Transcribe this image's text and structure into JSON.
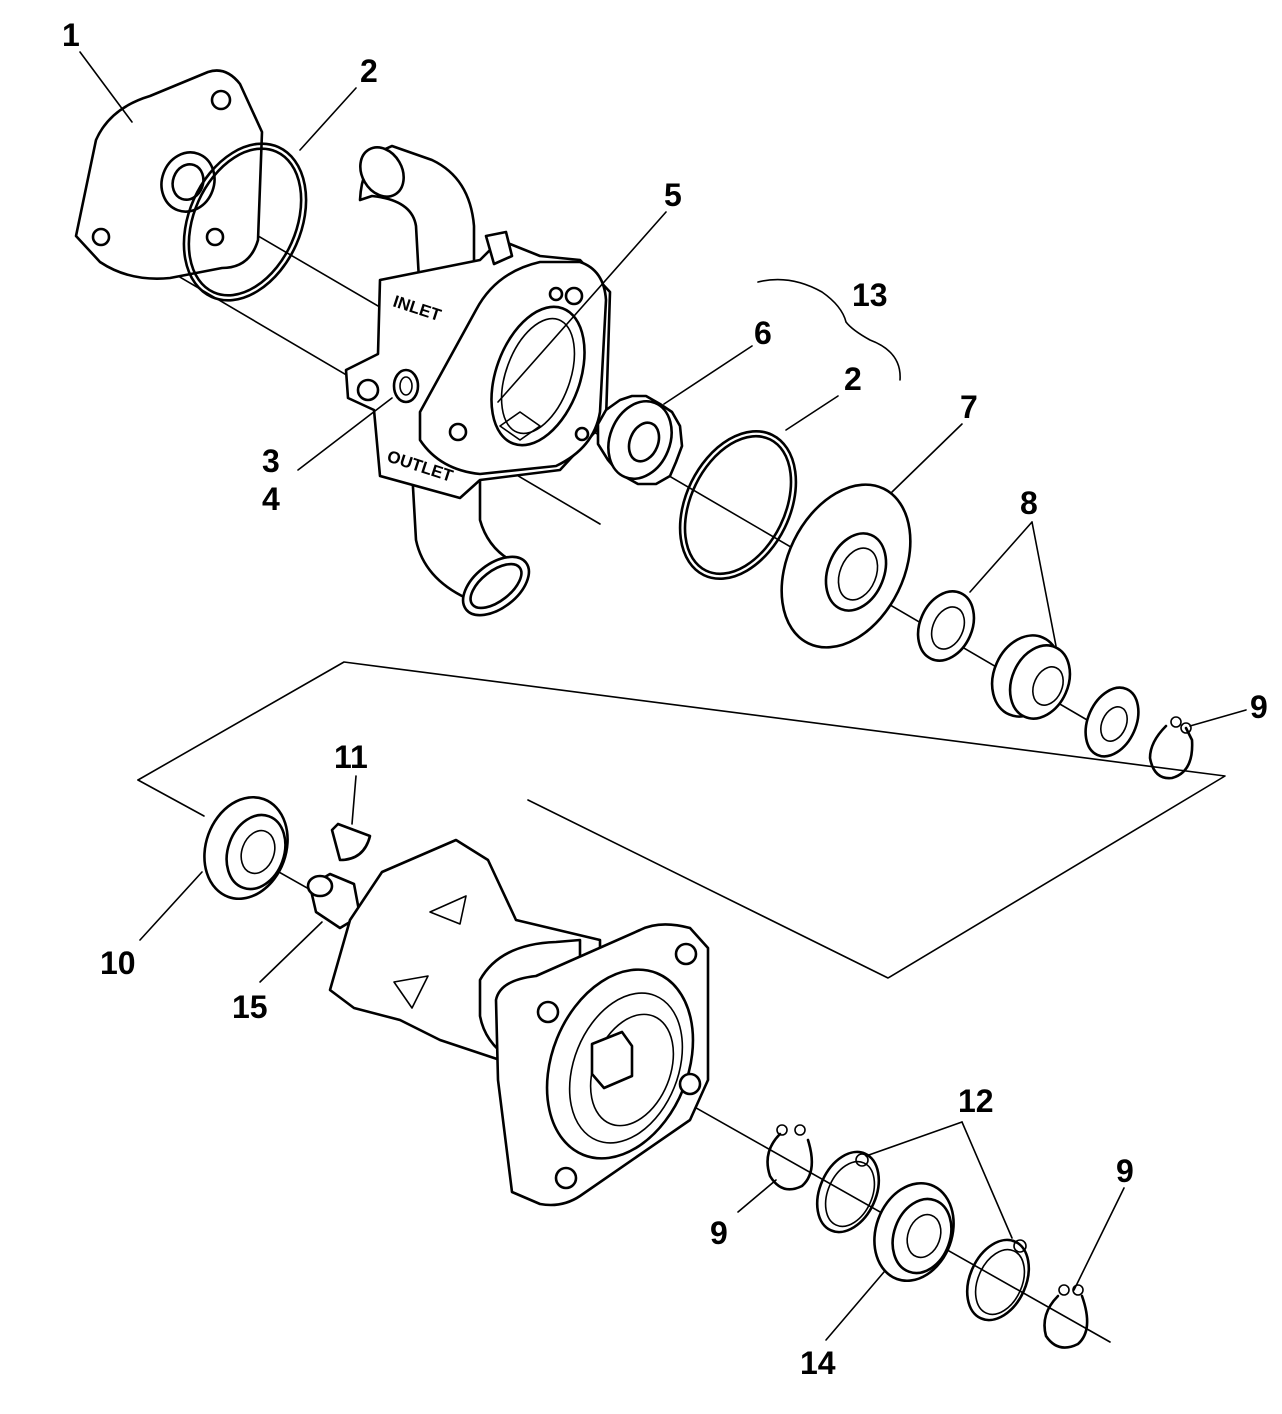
{
  "callouts": {
    "c1": "1",
    "c2a": "2",
    "c2b": "2",
    "c3": "3",
    "c4": "4",
    "c5": "5",
    "c6": "6",
    "c7": "7",
    "c8": "8",
    "c9a": "9",
    "c9b": "9",
    "c9c": "9",
    "c10": "10",
    "c11": "11",
    "c12": "12",
    "c13": "13",
    "c14": "14",
    "c15": "15"
  },
  "housing_labels": {
    "inlet": "INLET",
    "outlet": "OUTLET"
  }
}
